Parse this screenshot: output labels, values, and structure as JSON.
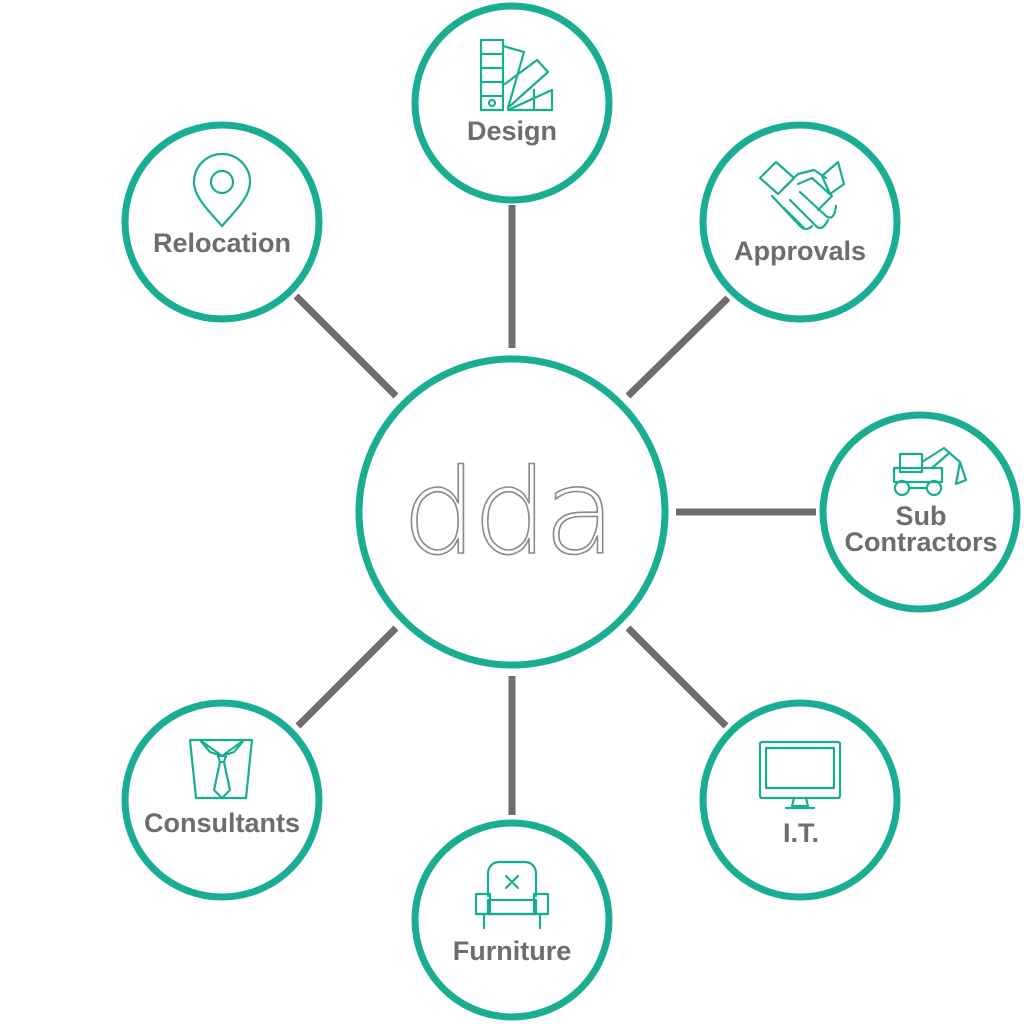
{
  "colors": {
    "accent": "#19ad92",
    "connector": "#6d6d6d",
    "label": "#6d6d6d"
  },
  "center": {
    "logo": "dda"
  },
  "nodes": [
    {
      "label_lines": [
        "Design"
      ],
      "icon": "color-swatch-icon"
    },
    {
      "label_lines": [
        "Approvals"
      ],
      "icon": "handshake-icon"
    },
    {
      "label_lines": [
        "Sub",
        "Contractors"
      ],
      "icon": "excavator-icon"
    },
    {
      "label_lines": [
        "I.T."
      ],
      "icon": "monitor-icon"
    },
    {
      "label_lines": [
        "Furniture"
      ],
      "icon": "armchair-icon"
    },
    {
      "label_lines": [
        "Consultants"
      ],
      "icon": "shirt-tie-icon"
    },
    {
      "label_lines": [
        "Relocation"
      ],
      "icon": "map-pin-icon"
    }
  ]
}
